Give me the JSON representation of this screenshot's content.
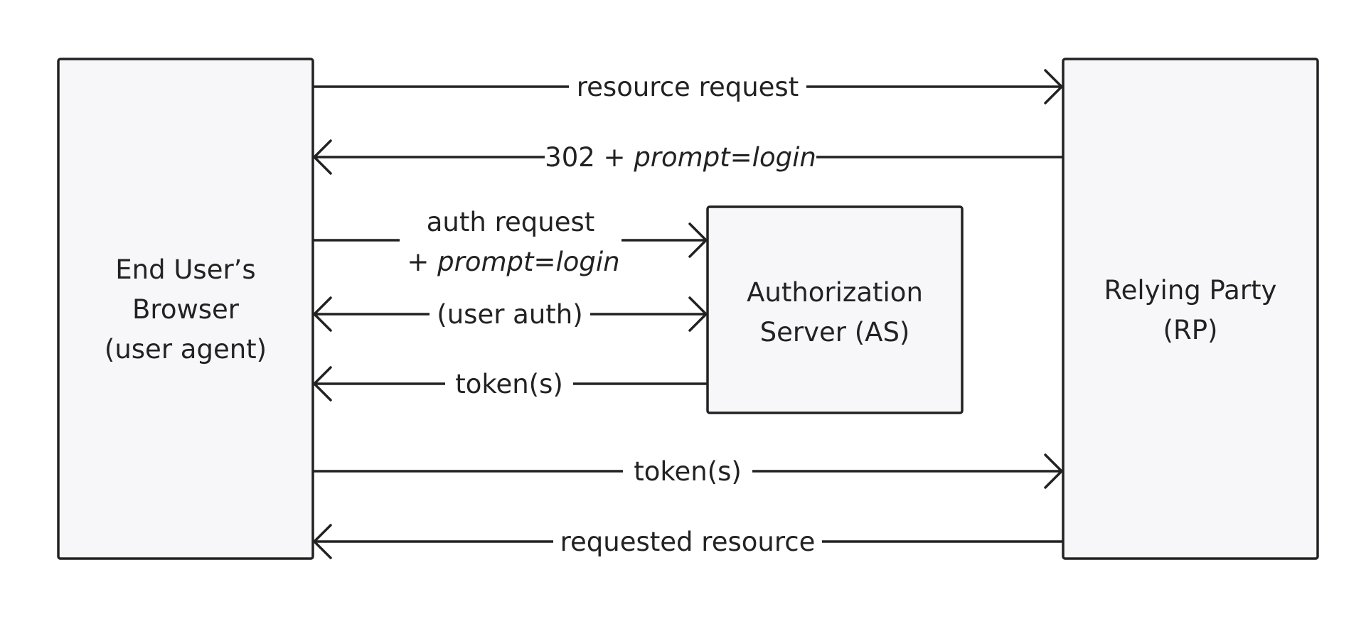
{
  "colors": {
    "line": "#222222",
    "box_fill": "#f7f7f9",
    "background": "#ffffff"
  },
  "nodes": {
    "browser": {
      "lines": [
        "End User’s",
        "Browser",
        "(user agent)"
      ]
    },
    "as": {
      "lines": [
        "Authorization",
        "Server (AS)"
      ]
    },
    "rp": {
      "lines": [
        "Relying Party",
        "(RP)"
      ]
    }
  },
  "edges": {
    "resource_request": {
      "label": "resource request"
    },
    "redirect": {
      "label_plain": "302 + ",
      "label_italic": "prompt=login"
    },
    "auth_request": {
      "line1": "auth request",
      "line2_plain": "+ ",
      "line2_italic": "prompt=login"
    },
    "user_auth": {
      "label": "(user auth)"
    },
    "token_as": {
      "label": "token(s)"
    },
    "token_rp": {
      "label": "token(s)"
    },
    "requested_resource": {
      "label": "requested resource"
    }
  }
}
